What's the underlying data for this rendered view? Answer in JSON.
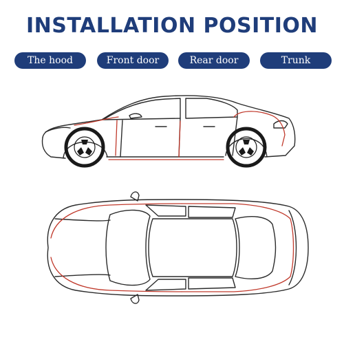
{
  "header": {
    "title": "INSTALLATION POSITION"
  },
  "positions": [
    {
      "label": "The hood"
    },
    {
      "label": "Front door"
    },
    {
      "label": "Rear door"
    },
    {
      "label": "Trunk"
    }
  ],
  "colors": {
    "title": "#1f3d7a",
    "pill_background": "#1f3d7a",
    "pill_text": "#ffffff",
    "car_outline": "#2a2a2a",
    "seal_strip": "#c0392b"
  },
  "illustrations": [
    {
      "name": "car-side-view-icon"
    },
    {
      "name": "car-top-view-icon"
    }
  ]
}
